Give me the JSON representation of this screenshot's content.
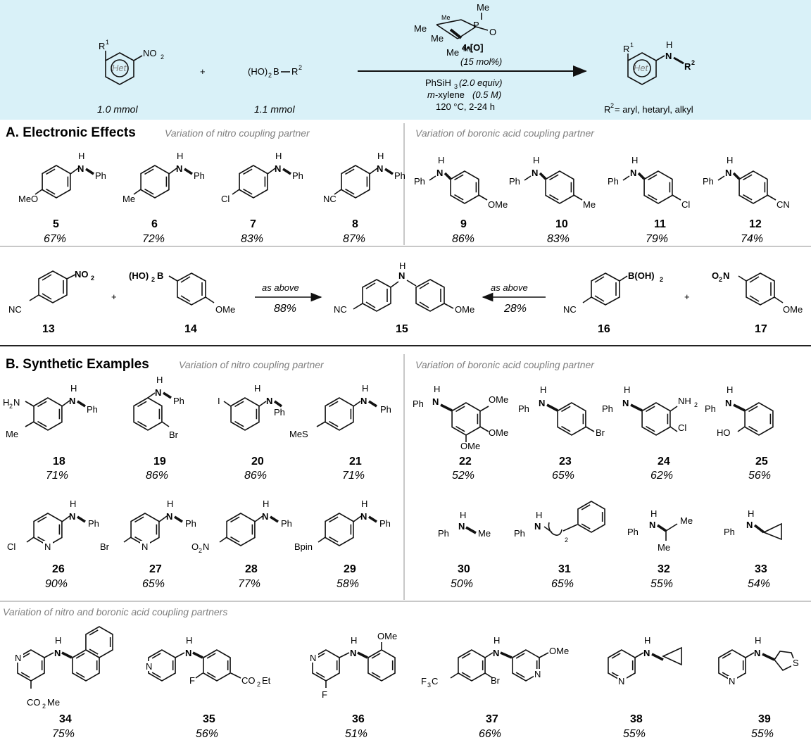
{
  "scheme": {
    "nitro": {
      "r": "R",
      "r_sup": "1",
      "het": "Het",
      "group": "NO",
      "group_sub": "2",
      "amount": "1.0 mmol"
    },
    "plus": "+",
    "boronic": {
      "text": "(HO)",
      "text_sub": "2",
      "text2": "B",
      "r": "R",
      "r_sup": "2",
      "amount": "1.1 mmol"
    },
    "catalyst": {
      "me": "Me",
      "p": "P",
      "o": "O",
      "label": "4•[O]",
      "loading": "(15 mol%)"
    },
    "conditions": {
      "reductant": "PhSiH",
      "reductant_sub": "3",
      "reductant_amt": "(2.0 equiv)",
      "solvent_prefix": "m",
      "solvent": "-xylene",
      "solvent_amt": "(0.5 M)",
      "temp_time": "120 °C, 2-24 h"
    },
    "product": {
      "r": "R",
      "r_sup": "1",
      "het": "Het",
      "h": "H",
      "n": "N",
      "r2": "R",
      "r2_sup": "2",
      "scope_r": "R",
      "scope_sup": "2",
      "scope_text": "= aryl, hetaryl, alkyl"
    }
  },
  "sectionA": {
    "title": "A. Electronic Effects",
    "nitro_variation": "Variation of nitro coupling partner",
    "boronic_variation": "Variation of boronic acid coupling partner",
    "nitro_examples": [
      {
        "num": "5",
        "yield": "67%",
        "sub": "MeO"
      },
      {
        "num": "6",
        "yield": "72%",
        "sub": "Me"
      },
      {
        "num": "7",
        "yield": "83%",
        "sub": "Cl"
      },
      {
        "num": "8",
        "yield": "87%",
        "sub": "NC"
      }
    ],
    "boronic_examples": [
      {
        "num": "9",
        "yield": "86%",
        "sub": "OMe"
      },
      {
        "num": "10",
        "yield": "83%",
        "sub": "Me"
      },
      {
        "num": "11",
        "yield": "79%",
        "sub": "Cl"
      },
      {
        "num": "12",
        "yield": "74%",
        "sub": "CN"
      }
    ],
    "crossover": {
      "c13": {
        "num": "13",
        "nc": "NC",
        "no2": "NO",
        "no2_sub": "2"
      },
      "c14": {
        "num": "14",
        "b": "(HO)",
        "b_sub": "2",
        "b2": "B",
        "ome": "OMe"
      },
      "c15": {
        "num": "15",
        "nc": "NC",
        "h": "H",
        "n": "N",
        "ome": "OMe"
      },
      "c16": {
        "num": "16",
        "nc": "NC",
        "b": "B(OH)",
        "b_sub": "2"
      },
      "c17": {
        "num": "17",
        "no2": "O",
        "no2_sub": "2",
        "n": "N",
        "ome": "OMe"
      },
      "arrow_left_label": "as above",
      "arrow_left_yield": "88%",
      "arrow_right_label": "as above",
      "arrow_right_yield": "28%",
      "plus": "+"
    }
  },
  "sectionB": {
    "title": "B. Synthetic Examples",
    "nitro_variation": "Variation of nitro coupling partner",
    "boronic_variation": "Variation of boronic acid coupling partner",
    "both_variation": "Variation of nitro and boronic acid coupling partners",
    "row1_nitro": [
      {
        "num": "18",
        "yield": "71%"
      },
      {
        "num": "19",
        "yield": "86%"
      },
      {
        "num": "20",
        "yield": "86%"
      },
      {
        "num": "21",
        "yield": "71%"
      }
    ],
    "row1_boronic": [
      {
        "num": "22",
        "yield": "52%"
      },
      {
        "num": "23",
        "yield": "65%"
      },
      {
        "num": "24",
        "yield": "62%"
      },
      {
        "num": "25",
        "yield": "56%"
      }
    ],
    "row2_nitro": [
      {
        "num": "26",
        "yield": "90%"
      },
      {
        "num": "27",
        "yield": "65%"
      },
      {
        "num": "28",
        "yield": "77%"
      },
      {
        "num": "29",
        "yield": "58%"
      }
    ],
    "row2_boronic": [
      {
        "num": "30",
        "yield": "50%"
      },
      {
        "num": "31",
        "yield": "65%"
      },
      {
        "num": "32",
        "yield": "55%"
      },
      {
        "num": "33",
        "yield": "54%"
      }
    ],
    "row3": [
      {
        "num": "34",
        "yield": "75%"
      },
      {
        "num": "35",
        "yield": "56%"
      },
      {
        "num": "36",
        "yield": "51%"
      },
      {
        "num": "37",
        "yield": "66%"
      },
      {
        "num": "38",
        "yield": "55%"
      },
      {
        "num": "39",
        "yield": "55%"
      }
    ],
    "labels": {
      "h": "H",
      "n": "N",
      "ph": "Ph",
      "me": "Me",
      "ome": "OMe",
      "br": "Br",
      "i": "I",
      "cl": "Cl",
      "mes": "MeS",
      "h2n": "H",
      "h2n_sub": "2",
      "h2n_n": "N",
      "nh2": "NH",
      "nh2_sub": "2",
      "ho": "HO",
      "o2n": "O",
      "o2n_sub": "2",
      "o2n_n": "N",
      "bpin": "Bpin",
      "f": "F",
      "s": "S",
      "co2me": "CO",
      "co2me_sub": "2",
      "co2me_end": "Me",
      "co2et": "CO",
      "co2et_sub": "2",
      "co2et_end": "Et",
      "f3c": "F",
      "f3c_sub": "3",
      "f3c_end": "C",
      "chain_sub": "2"
    }
  },
  "colors": {
    "header_bg": "#d9f1f8",
    "divider": "#c8c8c8",
    "section_line": "#222222",
    "variation_text": "#808080"
  }
}
